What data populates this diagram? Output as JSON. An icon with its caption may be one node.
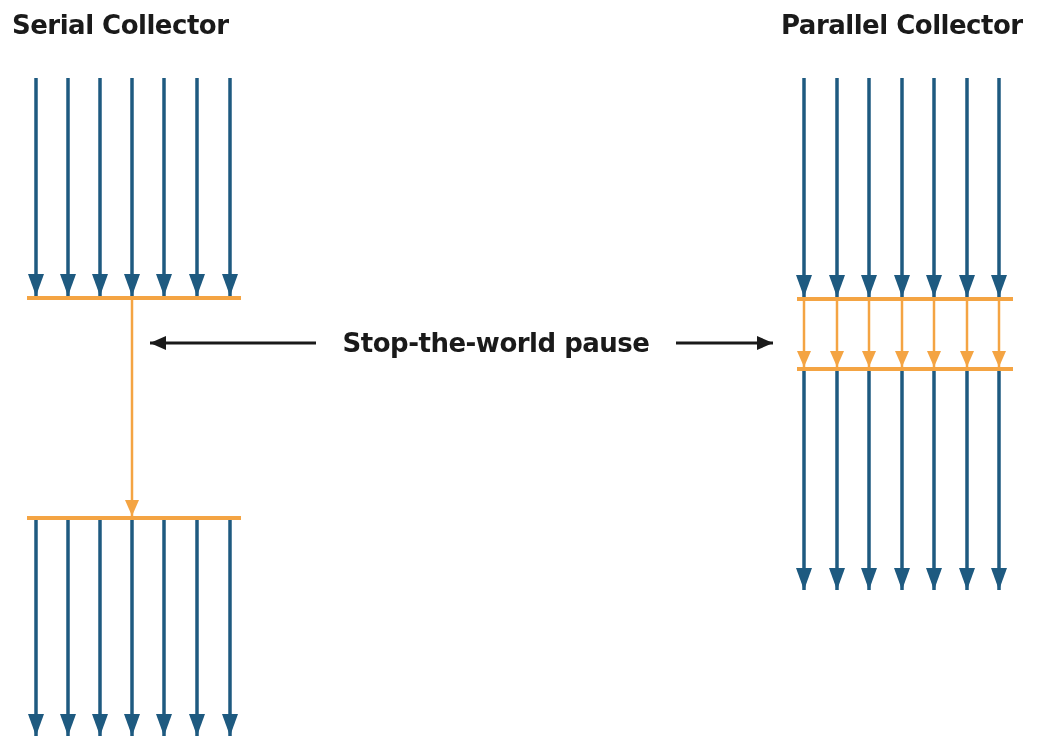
{
  "diagram": {
    "nodes": [
      {
        "text": [],
        "shape": "bar"
      },
      {
        "text": [],
        "shape": "bar"
      },
      {
        "text": [
          "Stop-the-world pause"
        ]
      },
      {
        "text": [],
        "shape": "bar"
      },
      {
        "text": [],
        "shape": "bar"
      }
    ],
    "edges": [
      {
        "from": 2,
        "to": null,
        "arrow": "to",
        "color": "#1a1a1a"
      },
      {
        "from": 2,
        "to": null,
        "arrow": "to",
        "color": "#1a1a1a"
      },
      {
        "from": 0,
        "to": 4,
        "arrow": "to",
        "color": "#f4a443"
      },
      {
        "from": 1,
        "to": 3,
        "arrow": "to",
        "color": "#f4a443"
      },
      {
        "from": 1,
        "to": 3,
        "arrow": "to",
        "color": "#f4a443"
      },
      {
        "from": 1,
        "to": 3,
        "arrow": "to",
        "color": "#f4a443"
      },
      {
        "from": 1,
        "to": 3,
        "arrow": "to",
        "color": "#f4a443"
      },
      {
        "from": 1,
        "to": 3,
        "arrow": "to",
        "color": "#f4a443"
      },
      {
        "from": 1,
        "to": 3,
        "arrow": "to",
        "color": "#f4a443"
      },
      {
        "from": 1,
        "to": 3,
        "arrow": "to",
        "color": "#f4a443"
      },
      {
        "from": null,
        "to": 0,
        "arrow": "to"
      },
      {
        "from": null,
        "to": 0,
        "arrow": "to"
      },
      {
        "from": null,
        "to": 0,
        "arrow": "to"
      },
      {
        "from": null,
        "to": 0,
        "arrow": "to"
      },
      {
        "from": null,
        "to": 0,
        "arrow": "to"
      },
      {
        "from": null,
        "to": 0,
        "arrow": "to"
      },
      {
        "from": null,
        "to": 0,
        "arrow": "to"
      },
      {
        "from": 4,
        "to": null,
        "arrow": "to"
      },
      {
        "from": 4,
        "to": null,
        "arrow": "to"
      },
      {
        "from": 4,
        "to": null,
        "arrow": "to"
      },
      {
        "from": 4,
        "to": null,
        "arrow": "to"
      },
      {
        "from": 4,
        "to": null,
        "arrow": "to"
      },
      {
        "from": 4,
        "to": null,
        "arrow": "to"
      },
      {
        "from": 4,
        "to": null,
        "arrow": "to"
      },
      {
        "from": null,
        "to": 1,
        "arrow": "to"
      },
      {
        "from": null,
        "to": 1,
        "arrow": "to"
      },
      {
        "from": null,
        "to": 1,
        "arrow": "to"
      },
      {
        "from": null,
        "to": 1,
        "arrow": "to"
      },
      {
        "from": null,
        "to": 1,
        "arrow": "to"
      },
      {
        "from": null,
        "to": 1,
        "arrow": "to"
      },
      {
        "from": null,
        "to": 1,
        "arrow": "to"
      },
      {
        "from": 3,
        "to": null,
        "arrow": "to"
      },
      {
        "from": 3,
        "to": null,
        "arrow": "to"
      },
      {
        "from": 3,
        "to": null,
        "arrow": "to"
      },
      {
        "from": 3,
        "to": null,
        "arrow": "to"
      },
      {
        "from": 3,
        "to": null,
        "arrow": "to"
      },
      {
        "from": 3,
        "to": null,
        "arrow": "to"
      },
      {
        "from": 3,
        "to": null,
        "arrow": "to"
      }
    ],
    "labels": [
      "Serial Collector",
      "Parallel Collector"
    ]
  }
}
